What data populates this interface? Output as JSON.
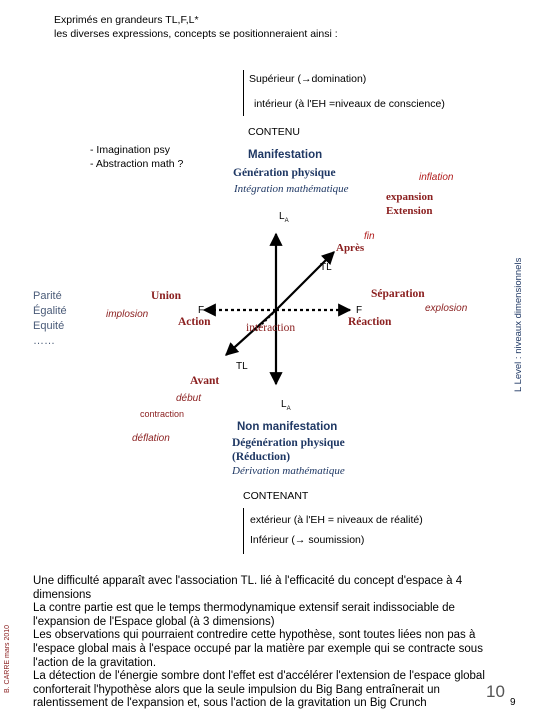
{
  "header": {
    "line1": "Exprimés en grandeurs TL,F,L*",
    "line2": "les diverses expressions, concepts se positionneraient ainsi :"
  },
  "top_block": {
    "superieur": "Supérieur (→domination)",
    "interieur": "intérieur   (à l'EH =niveaux de conscience)"
  },
  "contenu": "CONTENU",
  "left_notes": {
    "line1": "- Imagination psy",
    "line2": "- Abstraction math ?"
  },
  "manifestation": {
    "title": "Manifestation",
    "generation": "Génération physique",
    "integration": "Intégration mathématique"
  },
  "right_top": {
    "inflation": "inflation",
    "expansion": "expansion",
    "extension": "Extension"
  },
  "diagram": {
    "la_top": "L",
    "la_top_sub": "A",
    "fin": "fin",
    "apres": "Après",
    "tl_top": "TL",
    "union": "Union",
    "implosion": "implosion",
    "f_left": "F",
    "action": "Action",
    "interaction": "interaction",
    "separation": "Séparation",
    "f_right": "F",
    "reaction": "Réaction",
    "explosion": "explosion",
    "tl_bottom": "TL",
    "avant": "Avant",
    "debut": "début",
    "contraction": "contraction",
    "deflation": "déflation",
    "la_bottom": "L",
    "la_bottom_sub": "A"
  },
  "left_list": {
    "parite": "Parité",
    "egalite": "Égalité",
    "equite": "Equité",
    "dots": "……"
  },
  "non_manifestation": {
    "title": "Non manifestation",
    "degeneration": "Dégénération physique",
    "reduction": "(Réduction)",
    "derivation": "Dérivation mathématique"
  },
  "contenant": "CONTENANT",
  "bottom_block": {
    "exterieur": "extérieur  (à l'EH = niveaux de réalité)",
    "inferieur": "Inférieur (→ soumission)"
  },
  "right_vertical": "L Level : niveaux dimensionnels",
  "left_vertical": "B. CARRE mars 2010",
  "paragraph": [
    "Une difficulté apparaît avec l'association TL. lié à l'efficacité du concept d'espace à 4 dimensions",
    "La contre partie est que le temps thermodynamique extensif serait indissociable de l'expansion de l'Espace global (à 3 dimensions)",
    "Les  observations qui pourraient  contredire cette hypothèse, sont toutes liées non pas à l'espace global mais à l'espace occupé par la matière par exemple qui se contracte sous l'action de la gravitation.",
    "La détection de l'énergie sombre dont l'effet est d'accélérer l'extension de l'espace global conforterait l'hypothèse alors que la seule impulsion du Big Bang entraînerait un ralentissement de l'expansion et, sous l'action de la gravitation un Big Crunch"
  ],
  "slide_number": "10",
  "page_number": "9"
}
